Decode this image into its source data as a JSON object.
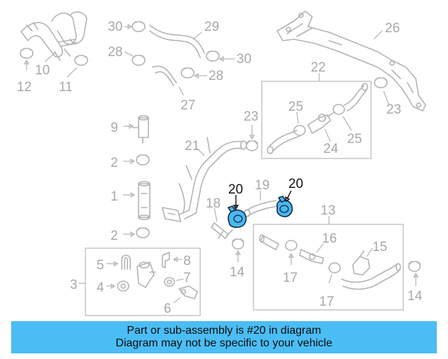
{
  "callouts": {
    "c1": "1",
    "c2a": "2",
    "c2b": "2",
    "c3": "3",
    "c4": "4",
    "c5": "5",
    "c6": "6",
    "c7": "7",
    "c8": "8",
    "c9": "9",
    "c10": "10",
    "c11": "11",
    "c12": "12",
    "c13": "13",
    "c14a": "14",
    "c14b": "14",
    "c15": "15",
    "c16": "16",
    "c17a": "17",
    "c17b": "17",
    "c18": "18",
    "c19": "19",
    "c20a": "20",
    "c20b": "20",
    "c21": "21",
    "c22": "22",
    "c23a": "23",
    "c23b": "23",
    "c24": "24",
    "c25a": "25",
    "c25b": "25",
    "c26": "26",
    "c27": "27",
    "c28a": "28",
    "c28b": "28",
    "c29": "29",
    "c30a": "30",
    "c30b": "30"
  },
  "highlight_color": "#4bb8ee",
  "banner": {
    "line1": "Part or sub-assembly is #20 in diagram",
    "line2": "Diagram may not be specific to your vehicle"
  }
}
